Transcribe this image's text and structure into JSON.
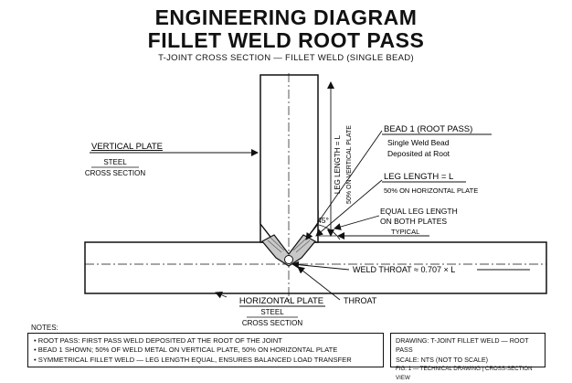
{
  "header": {
    "title_line1": "ENGINEERING DIAGRAM",
    "title_line2": "FILLET WELD ROOT PASS",
    "subtitle": "T-JOINT CROSS SECTION — FILLET WELD (SINGLE BEAD)"
  },
  "labels": {
    "vertical_plate_title": "VERTICAL PLATE",
    "vertical_plate_material": "STEEL",
    "vertical_plate_section": "CROSS SECTION",
    "horizontal_plate_title": "HORIZONTAL PLATE",
    "horizontal_plate_material": "STEEL",
    "horizontal_plate_section": "CROSS SECTION",
    "leg_length_vertical_line1": "LEG LENGTH = L",
    "leg_length_vertical_line2": "50% ON VERTICAL PLATE",
    "bead_title": "BEAD 1 (ROOT PASS)",
    "bead_desc_line1": "Single Weld Bead",
    "bead_desc_line2": "Deposited at Root",
    "leg_length_horizontal_title": "LEG LENGTH = L",
    "leg_length_horizontal_desc": "50% ON HORIZONTAL PLATE",
    "angle": "45°",
    "equal_leg_line1": "EQUAL LEG LENGTH",
    "equal_leg_line2": "ON BOTH PLATES",
    "equal_leg_line3": "TYPICAL",
    "weld_throat": "WELD THROAT ≈ 0.707 × L",
    "throat": "THROAT"
  },
  "notes": {
    "heading": "NOTES:",
    "items": [
      "• ROOT PASS: FIRST PASS WELD DEPOSITED AT THE ROOT OF THE JOINT",
      "• BEAD 1 SHOWN; 50% OF WELD METAL ON VERTICAL PLATE, 50% ON HORIZONTAL PLATE",
      "• SYMMETRICAL FILLET WELD — LEG LENGTH EQUAL, ENSURES BALANCED LOAD TRANSFER"
    ]
  },
  "drawing_info": {
    "line1": "DRAWING: T-JOINT FILLET WELD — ROOT PASS",
    "line2": "SCALE: NTS (NOT TO SCALE)",
    "line3": "FIG. 1 — TECHNICAL DRAWING | CROSS-SECTION VIEW"
  },
  "colors": {
    "line": "#111111",
    "weld_fill": "#c8c8c8",
    "background": "#ffffff"
  }
}
